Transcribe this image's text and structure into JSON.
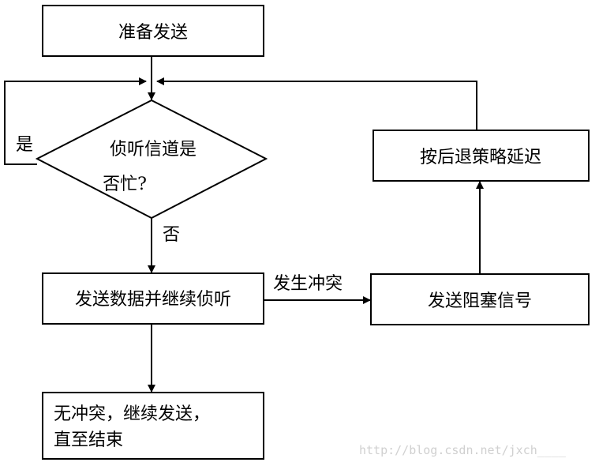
{
  "nodes": {
    "prepare": {
      "label": "准备发送"
    },
    "listen_decision": {
      "line1": "侦听信道是",
      "line2": "否忙?"
    },
    "send_and_listen": {
      "label": "发送数据并继续侦听"
    },
    "no_collision": {
      "line1": "无冲突，继续发送，",
      "line2": "直至结束"
    },
    "jam_signal": {
      "label": "发送阻塞信号"
    },
    "backoff": {
      "label": "按后退策略延迟"
    }
  },
  "edges": {
    "busy_yes": {
      "label": "是"
    },
    "busy_no": {
      "label": "否"
    },
    "collision": {
      "label": "发生冲突"
    }
  },
  "watermark": {
    "text": "http://blog.csdn.net/jxch____"
  },
  "colors": {
    "stroke": "#000000",
    "background": "#ffffff",
    "watermark": "#d0d0d0"
  }
}
